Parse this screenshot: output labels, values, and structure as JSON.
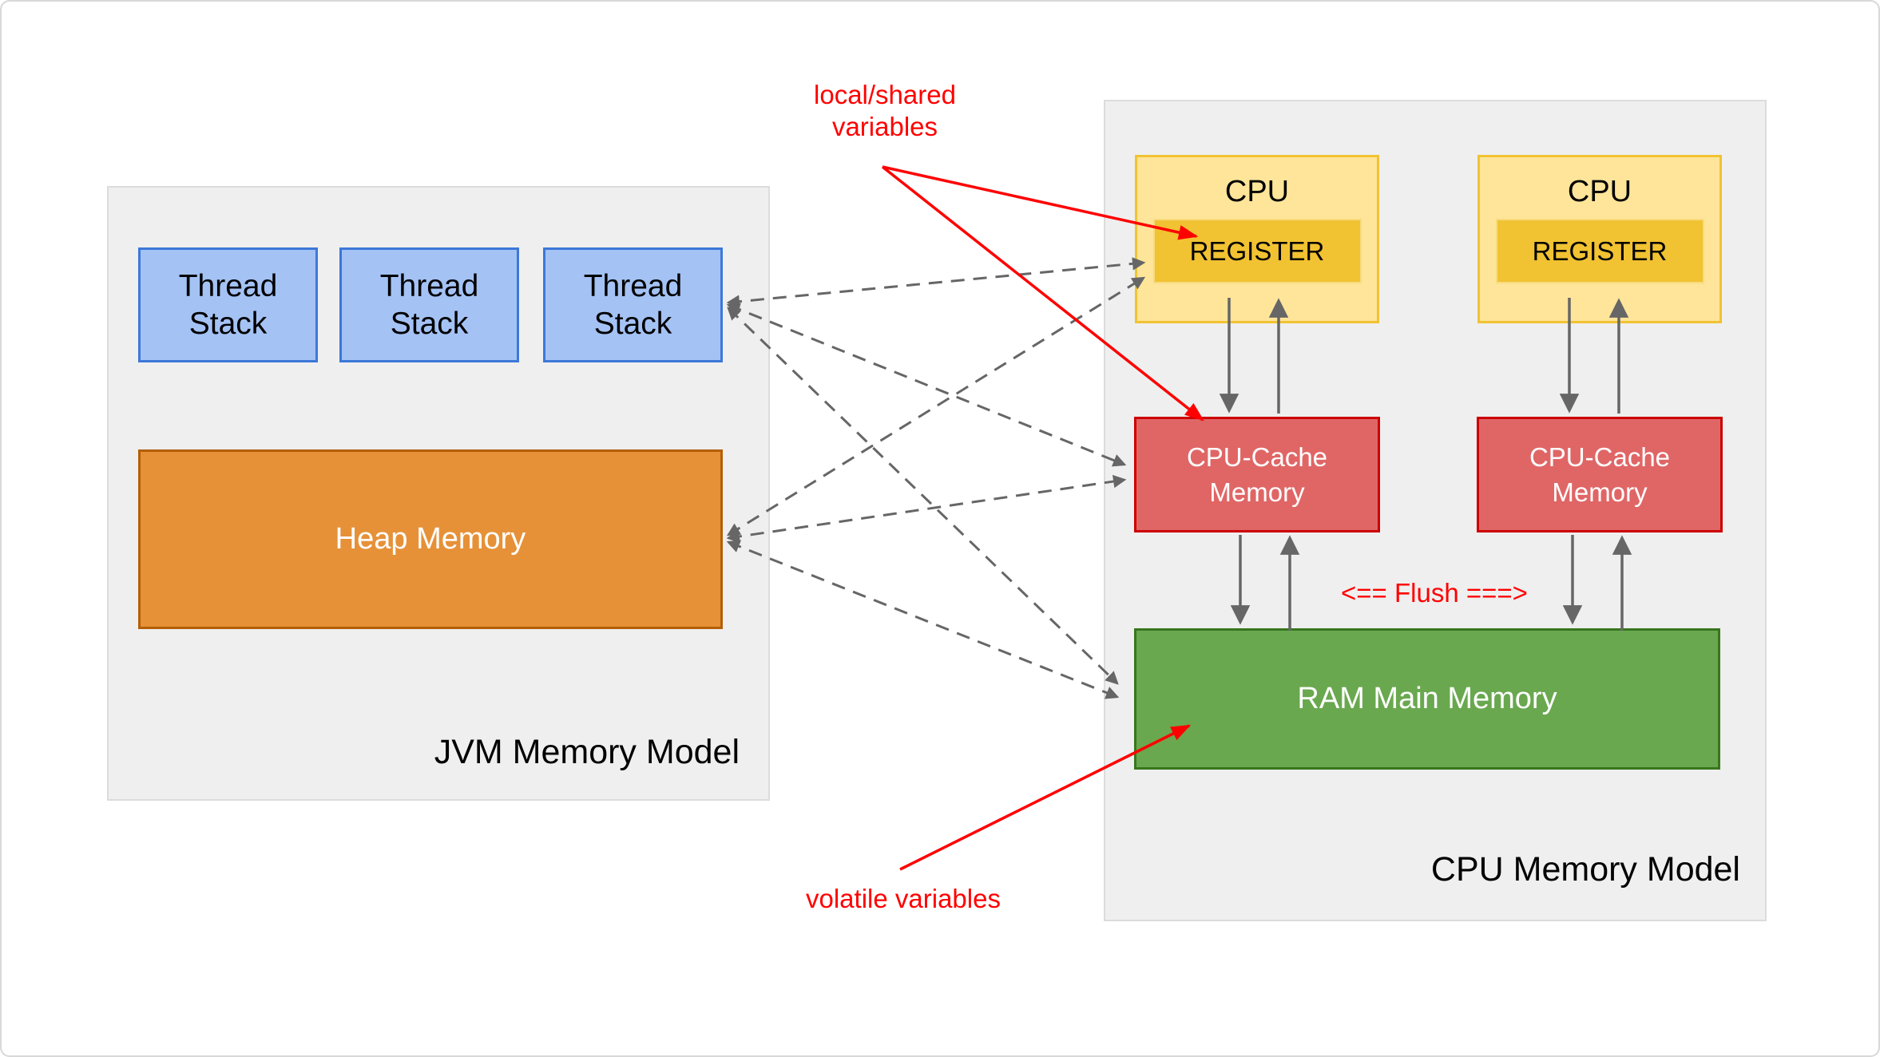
{
  "jvm": {
    "title": "JVM Memory Model",
    "thread_stacks": [
      "Thread Stack",
      "Thread Stack",
      "Thread Stack"
    ],
    "heap_label": "Heap Memory"
  },
  "cpu_model": {
    "title": "CPU Memory Model",
    "cpus": [
      {
        "label": "CPU",
        "register": "REGISTER",
        "cache": "CPU-Cache Memory"
      },
      {
        "label": "CPU",
        "register": "REGISTER",
        "cache": "CPU-Cache Memory"
      }
    ],
    "ram_label": "RAM Main Memory",
    "flush_label": "<== Flush ===>"
  },
  "annotations": {
    "local_shared": "local/shared variables",
    "volatile_vars": "volatile variables"
  },
  "colors": {
    "section_fill": "#efefef",
    "section_border": "#dcdcdc",
    "thread_stack_fill": "#a4c2f4",
    "thread_stack_border": "#3c78d8",
    "heap_fill": "#e69138",
    "heap_border": "#b45f06",
    "cpu_fill": "#ffe599",
    "cpu_border": "#f1c232",
    "register_fill": "#f1c232",
    "cache_fill": "#e06666",
    "cache_border": "#cc0000",
    "ram_fill": "#6aa84f",
    "ram_border": "#38761d",
    "annotation_red": "#ff0000",
    "connector_gray": "#666666"
  }
}
